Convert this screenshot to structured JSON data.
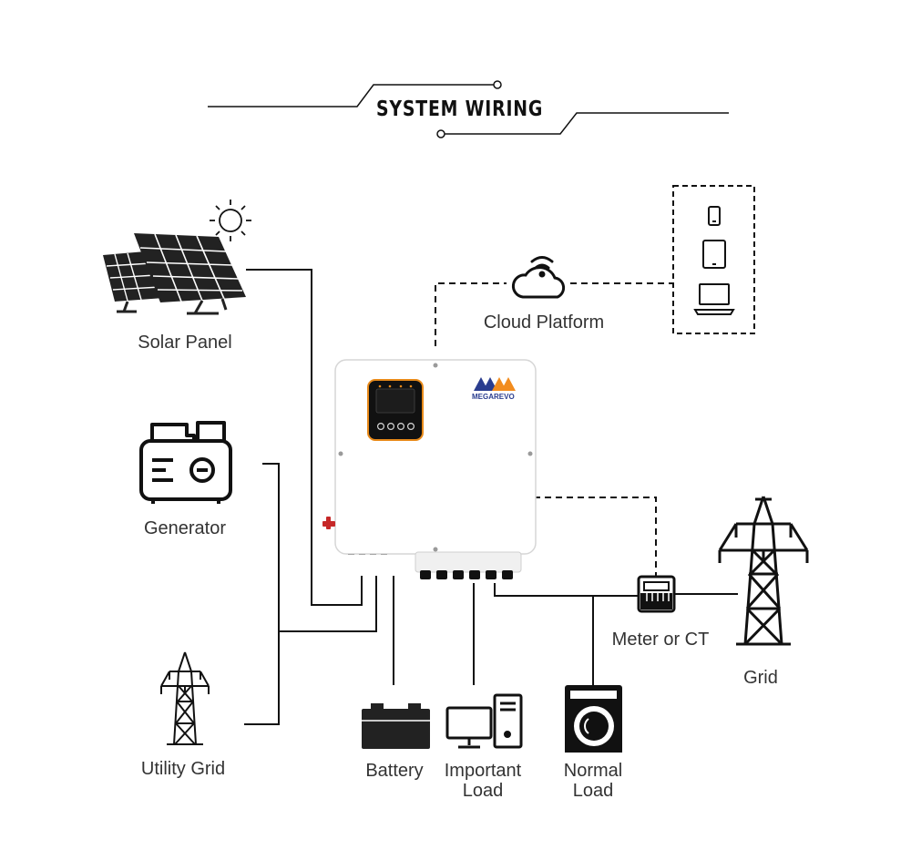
{
  "title": "SYSTEM WIRING",
  "brand": {
    "name": "MEGAREVO"
  },
  "labels": {
    "solar_panel": "Solar Panel",
    "generator": "Generator",
    "utility_grid": "Utility Grid",
    "cloud_platform": "Cloud Platform",
    "meter_or_ct": "Meter or CT",
    "grid": "Grid",
    "battery": "Battery",
    "important_load": "Important Load",
    "normal_load": "Normal Load"
  },
  "colors": {
    "line": "#111111",
    "inverter_display_border": "#e88a1a",
    "brand_orange": "#f28c1e",
    "brand_blue": "#2a3d8f",
    "valve_red": "#c62828"
  },
  "icons": {
    "sun": "sun-icon",
    "solar_panel": "solar-panel-icon",
    "generator": "generator-icon",
    "utility_grid": "transmission-tower-icon",
    "cloud": "cloud-wifi-icon",
    "phone": "phone-icon",
    "tablet": "tablet-icon",
    "laptop": "laptop-icon",
    "inverter": "inverter-icon",
    "meter": "meter-icon",
    "grid": "transmission-tower-icon",
    "battery": "battery-icon",
    "computer": "desktop-computer-icon",
    "washing_machine": "washing-machine-icon"
  }
}
